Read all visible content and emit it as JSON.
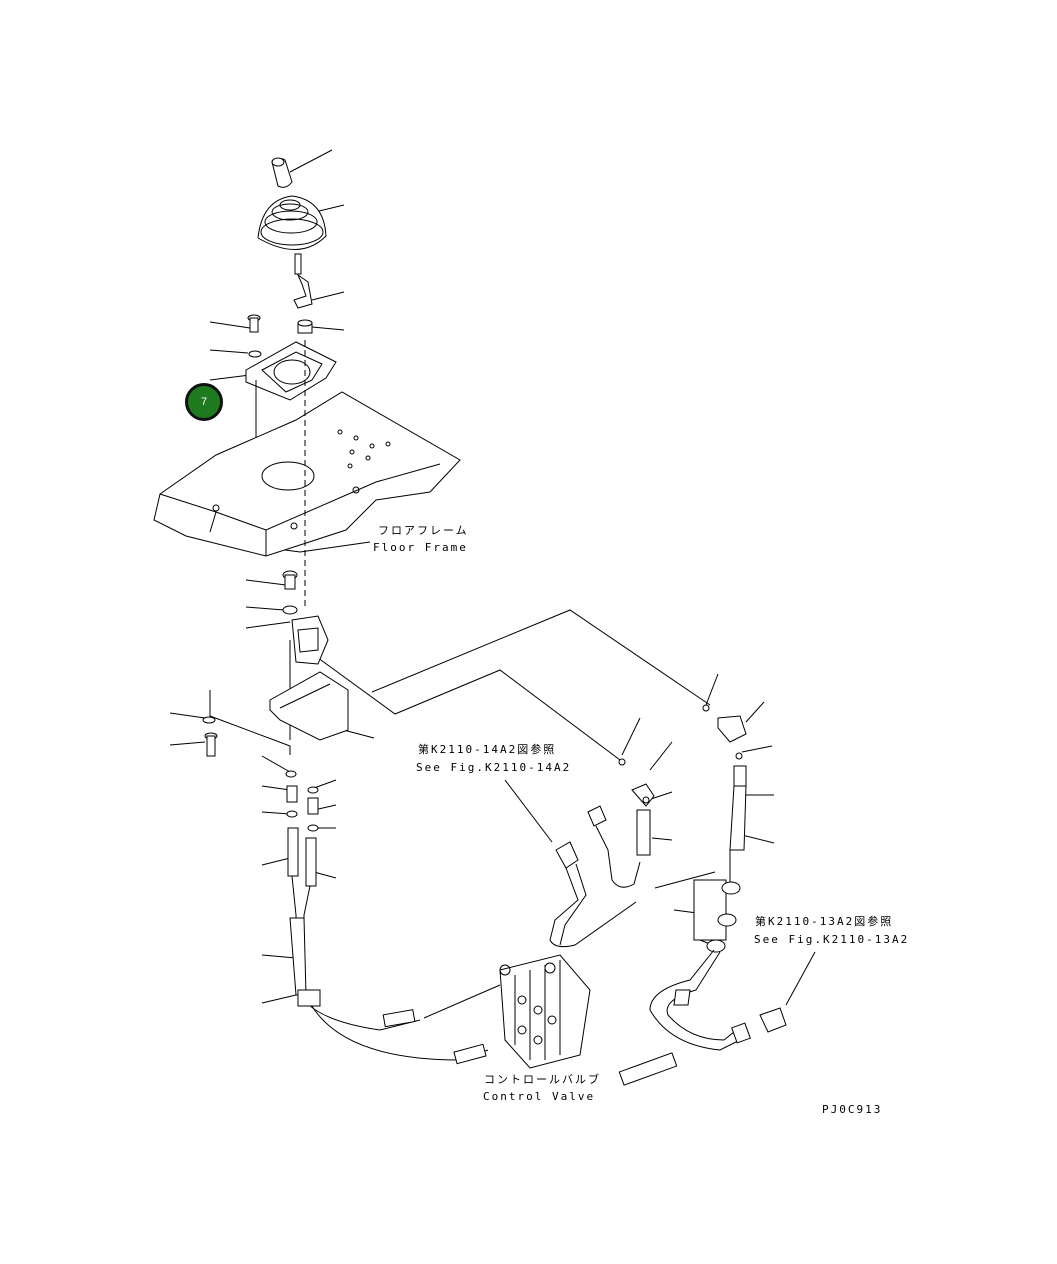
{
  "labels": {
    "floor_frame_jp": "フロアフレーム",
    "floor_frame_en": "Floor Frame",
    "ref1_jp": "第K2110-14A2図参照",
    "ref1_en": "See Fig.K2110-14A2",
    "ref2_jp": "第K2110-13A2図参照",
    "ref2_en": "See Fig.K2110-13A2",
    "control_valve_jp": "コントロールバルブ",
    "control_valve_en": "Control Valve",
    "drawing_code": "PJ0C913"
  },
  "callout": {
    "number": "7",
    "color": "#1e7a1e"
  }
}
